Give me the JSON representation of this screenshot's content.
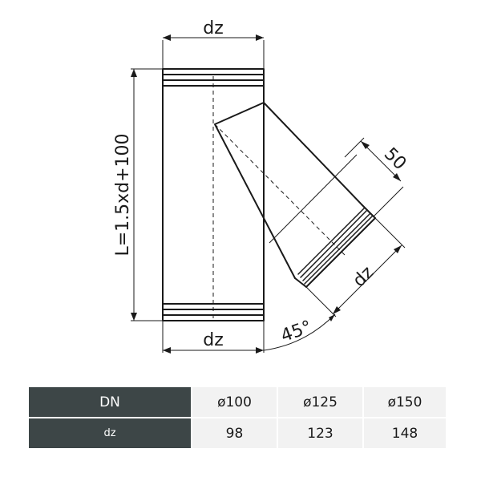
{
  "drawing": {
    "dz_top": "dz",
    "dz_bottom": "dz",
    "dz_branch": "dz",
    "length_label": "L=1.5xd+100",
    "socket_label": "50",
    "angle_label": "45°"
  },
  "table": {
    "header_dn": "DN",
    "header_dz": "dz",
    "dn_values": [
      "ø100",
      "ø125",
      "ø150"
    ],
    "dz_values": [
      "98",
      "123",
      "148"
    ]
  }
}
